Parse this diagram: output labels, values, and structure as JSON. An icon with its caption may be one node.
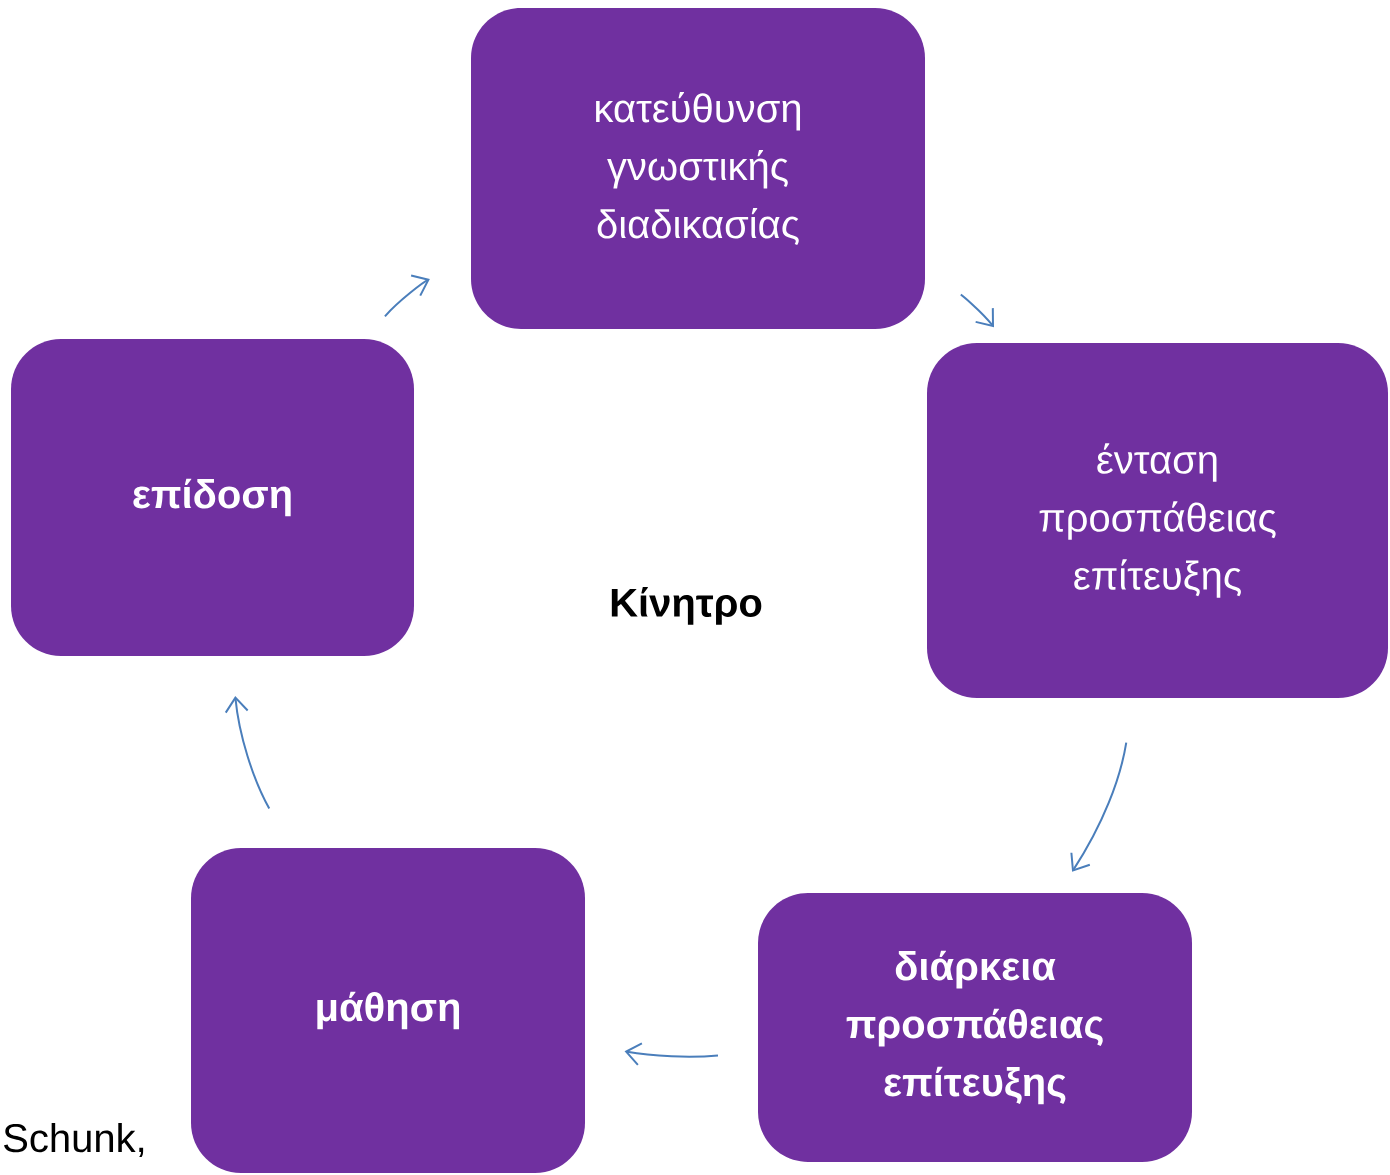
{
  "diagram": {
    "nodes": [
      {
        "text": [
          "κατεύθυνση γνωστικής διαδικασίας"
        ]
      },
      {
        "text": [
          "ένταση προσπάθειας επίτευξης"
        ]
      },
      {
        "text": [
          "διάρκεια προσπάθειας επίτευξης"
        ]
      },
      {
        "text": [
          "μάθηση"
        ]
      },
      {
        "text": [
          "επίδοση"
        ]
      }
    ],
    "edges": [
      {
        "from": 0,
        "to": 1,
        "arrow": "to"
      },
      {
        "from": 1,
        "to": 2,
        "arrow": "to"
      },
      {
        "from": 2,
        "to": 3,
        "arrow": "to"
      },
      {
        "from": 3,
        "to": 4,
        "arrow": "to"
      },
      {
        "from": 4,
        "to": 0,
        "arrow": "to"
      }
    ],
    "labels": [
      "Κίνητρο",
      "Schunk,"
    ]
  }
}
